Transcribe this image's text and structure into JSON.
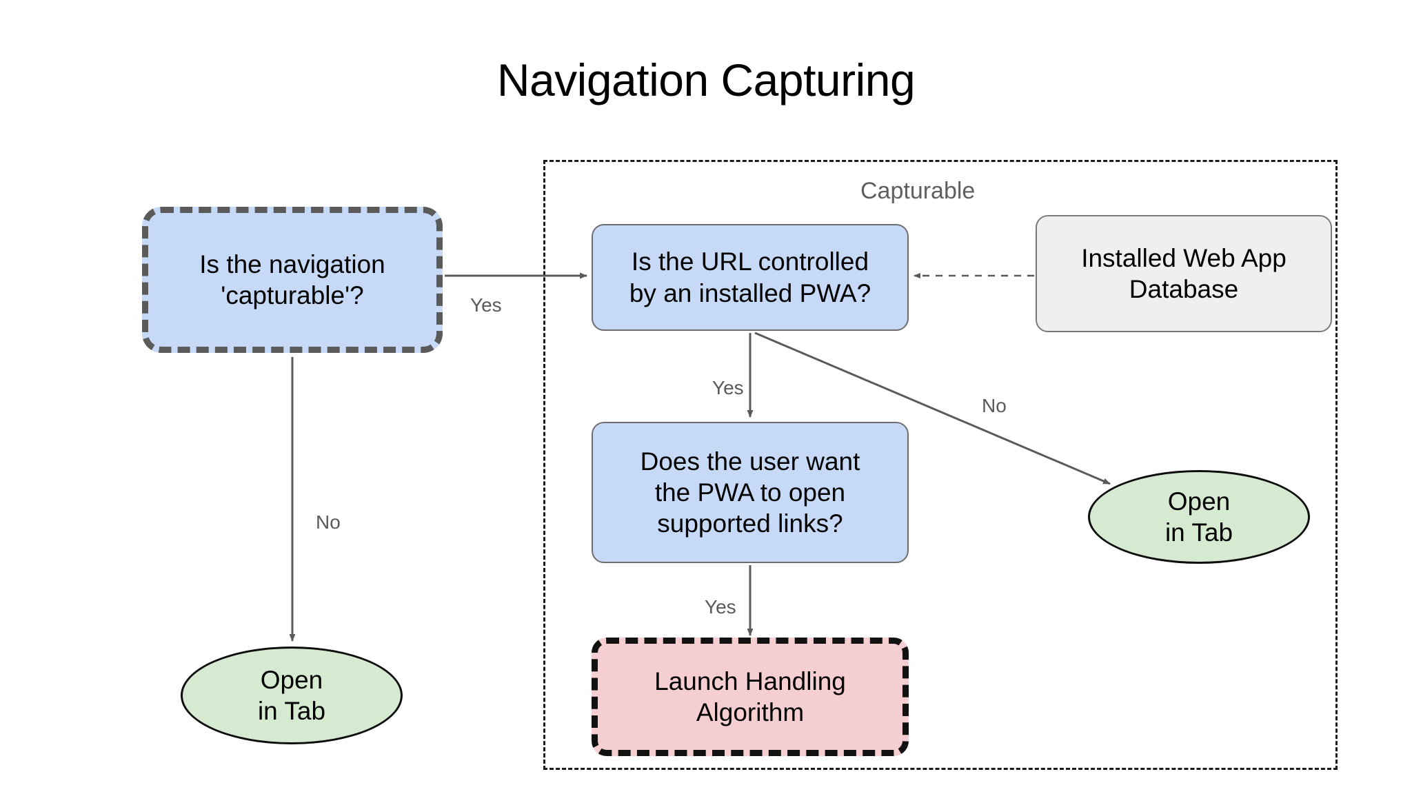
{
  "title": "Navigation Capturing",
  "group": {
    "label": "Capturable"
  },
  "nodes": {
    "is_capturable": {
      "label": "Is the navigation\n'capturable'?",
      "shape": "rounded-rect",
      "fill": "#c6d9f7",
      "border": "thick-dashed-gray"
    },
    "url_controlled": {
      "label": "Is the URL controlled\nby an installed PWA?",
      "shape": "rounded-rect",
      "fill": "#c6d9f7",
      "border": "thin-solid-gray"
    },
    "installed_db": {
      "label": "Installed Web App\nDatabase",
      "shape": "rounded-rect",
      "fill": "#efefef",
      "border": "thin-solid-gray"
    },
    "user_want": {
      "label": "Does the user want\nthe PWA to open\nsupported links?",
      "shape": "rounded-rect",
      "fill": "#c6d9f7",
      "border": "thin-solid-gray"
    },
    "launch_handling": {
      "label": "Launch Handling\nAlgorithm",
      "shape": "rounded-rect",
      "fill": "#f5ced1",
      "border": "thick-dashed-black"
    },
    "open_tab_left": {
      "label": "Open\nin Tab",
      "shape": "ellipse",
      "fill": "#d6e9d1",
      "border": "solid-black"
    },
    "open_tab_right": {
      "label": "Open\nin Tab",
      "shape": "ellipse",
      "fill": "#d6e9d1",
      "border": "solid-black"
    }
  },
  "edges": {
    "capturable_yes": {
      "label": "Yes",
      "from": "is_capturable",
      "to": "url_controlled",
      "style": "solid"
    },
    "capturable_no": {
      "label": "No",
      "from": "is_capturable",
      "to": "open_tab_left",
      "style": "solid"
    },
    "url_yes": {
      "label": "Yes",
      "from": "url_controlled",
      "to": "user_want",
      "style": "solid"
    },
    "url_no": {
      "label": "No",
      "from": "url_controlled",
      "to": "open_tab_right",
      "style": "solid"
    },
    "user_want_yes": {
      "label": "Yes",
      "from": "user_want",
      "to": "launch_handling",
      "style": "solid"
    },
    "db_to_url": {
      "label": "",
      "from": "installed_db",
      "to": "url_controlled",
      "style": "dashed"
    }
  },
  "colors": {
    "blue_fill": "#c6d9f7",
    "green_fill": "#d6e9d1",
    "pink_fill": "#f5ced1",
    "gray_fill": "#efefef",
    "edge_stroke": "#5a5a5a",
    "label_text": "#5a5a5a",
    "group_label": "#5f5f5f",
    "background": "#ffffff"
  }
}
